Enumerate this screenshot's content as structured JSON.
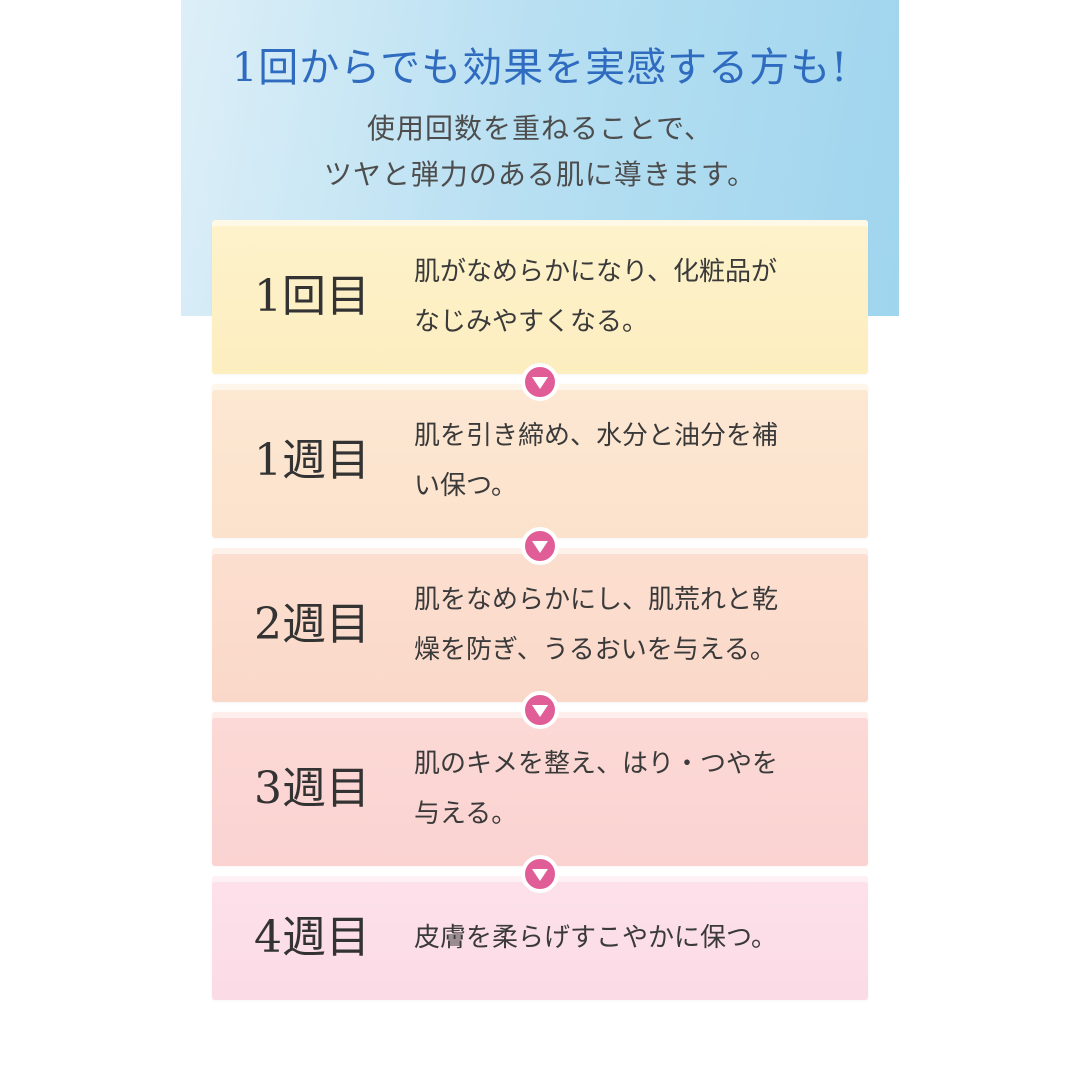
{
  "hero": {
    "headline": "1回からでも効果を実感する方も!",
    "subtitle_line1": "使用回数を重ねることで、",
    "subtitle_line2": "ツヤと弾力のある肌に導きます。"
  },
  "steps": [
    {
      "label": "1回目",
      "text_line1": "肌がなめらかになり、化粧品が",
      "text_line2": "なじみやすくなる。"
    },
    {
      "label": "1週目",
      "text_line1": "肌を引き締め、水分と油分を補",
      "text_line2": "い保つ。"
    },
    {
      "label": "2週目",
      "text_line1": "肌をなめらかにし、肌荒れと乾",
      "text_line2": "燥を防ぎ、うるおいを与える。"
    },
    {
      "label": "3週目",
      "text_line1": "肌のキメを整え、はり・つやを",
      "text_line2": "与える。"
    },
    {
      "label": "4週目",
      "text_line1": "皮膚を柔らげすこやかに保つ。"
    }
  ],
  "colors": {
    "headline": "#2f6cc0",
    "arrow": "#e05d97"
  },
  "icons": {
    "step_arrow": "down-triangle-circle-icon"
  }
}
